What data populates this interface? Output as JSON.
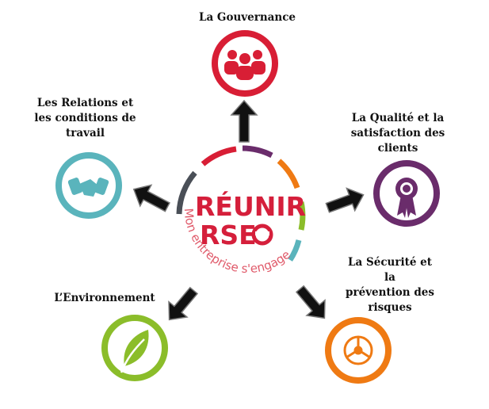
{
  "center": {
    "line1": "RÉUNIR",
    "line2": "RSE",
    "tagline": "Mon entreprise s'engage"
  },
  "topics": {
    "gouvernance": "La Gouvernance",
    "relations": "Les Relations et\nles conditions de\ntravail",
    "qualite": "La Qualité et la\nsatisfaction des\nclients",
    "environnement": "L’Environnement",
    "securite": "La Sécurité et\nla\nprévention des\nrisques"
  },
  "icons": {
    "gouvernance": "group-of-people-icon",
    "relations": "handshake-icon",
    "qualite": "award-rosette-icon",
    "environnement": "leaf-icon",
    "securite": "steering-wheel-icon"
  },
  "colors": {
    "brand_red": "#d51f3b",
    "governance_red": "#d81e35",
    "relations_teal": "#5ab4bc",
    "quality_purple": "#6a2c6b",
    "environment_green": "#8bbd2a",
    "security_orange": "#ef7a13",
    "grey": "#4a4f57"
  }
}
